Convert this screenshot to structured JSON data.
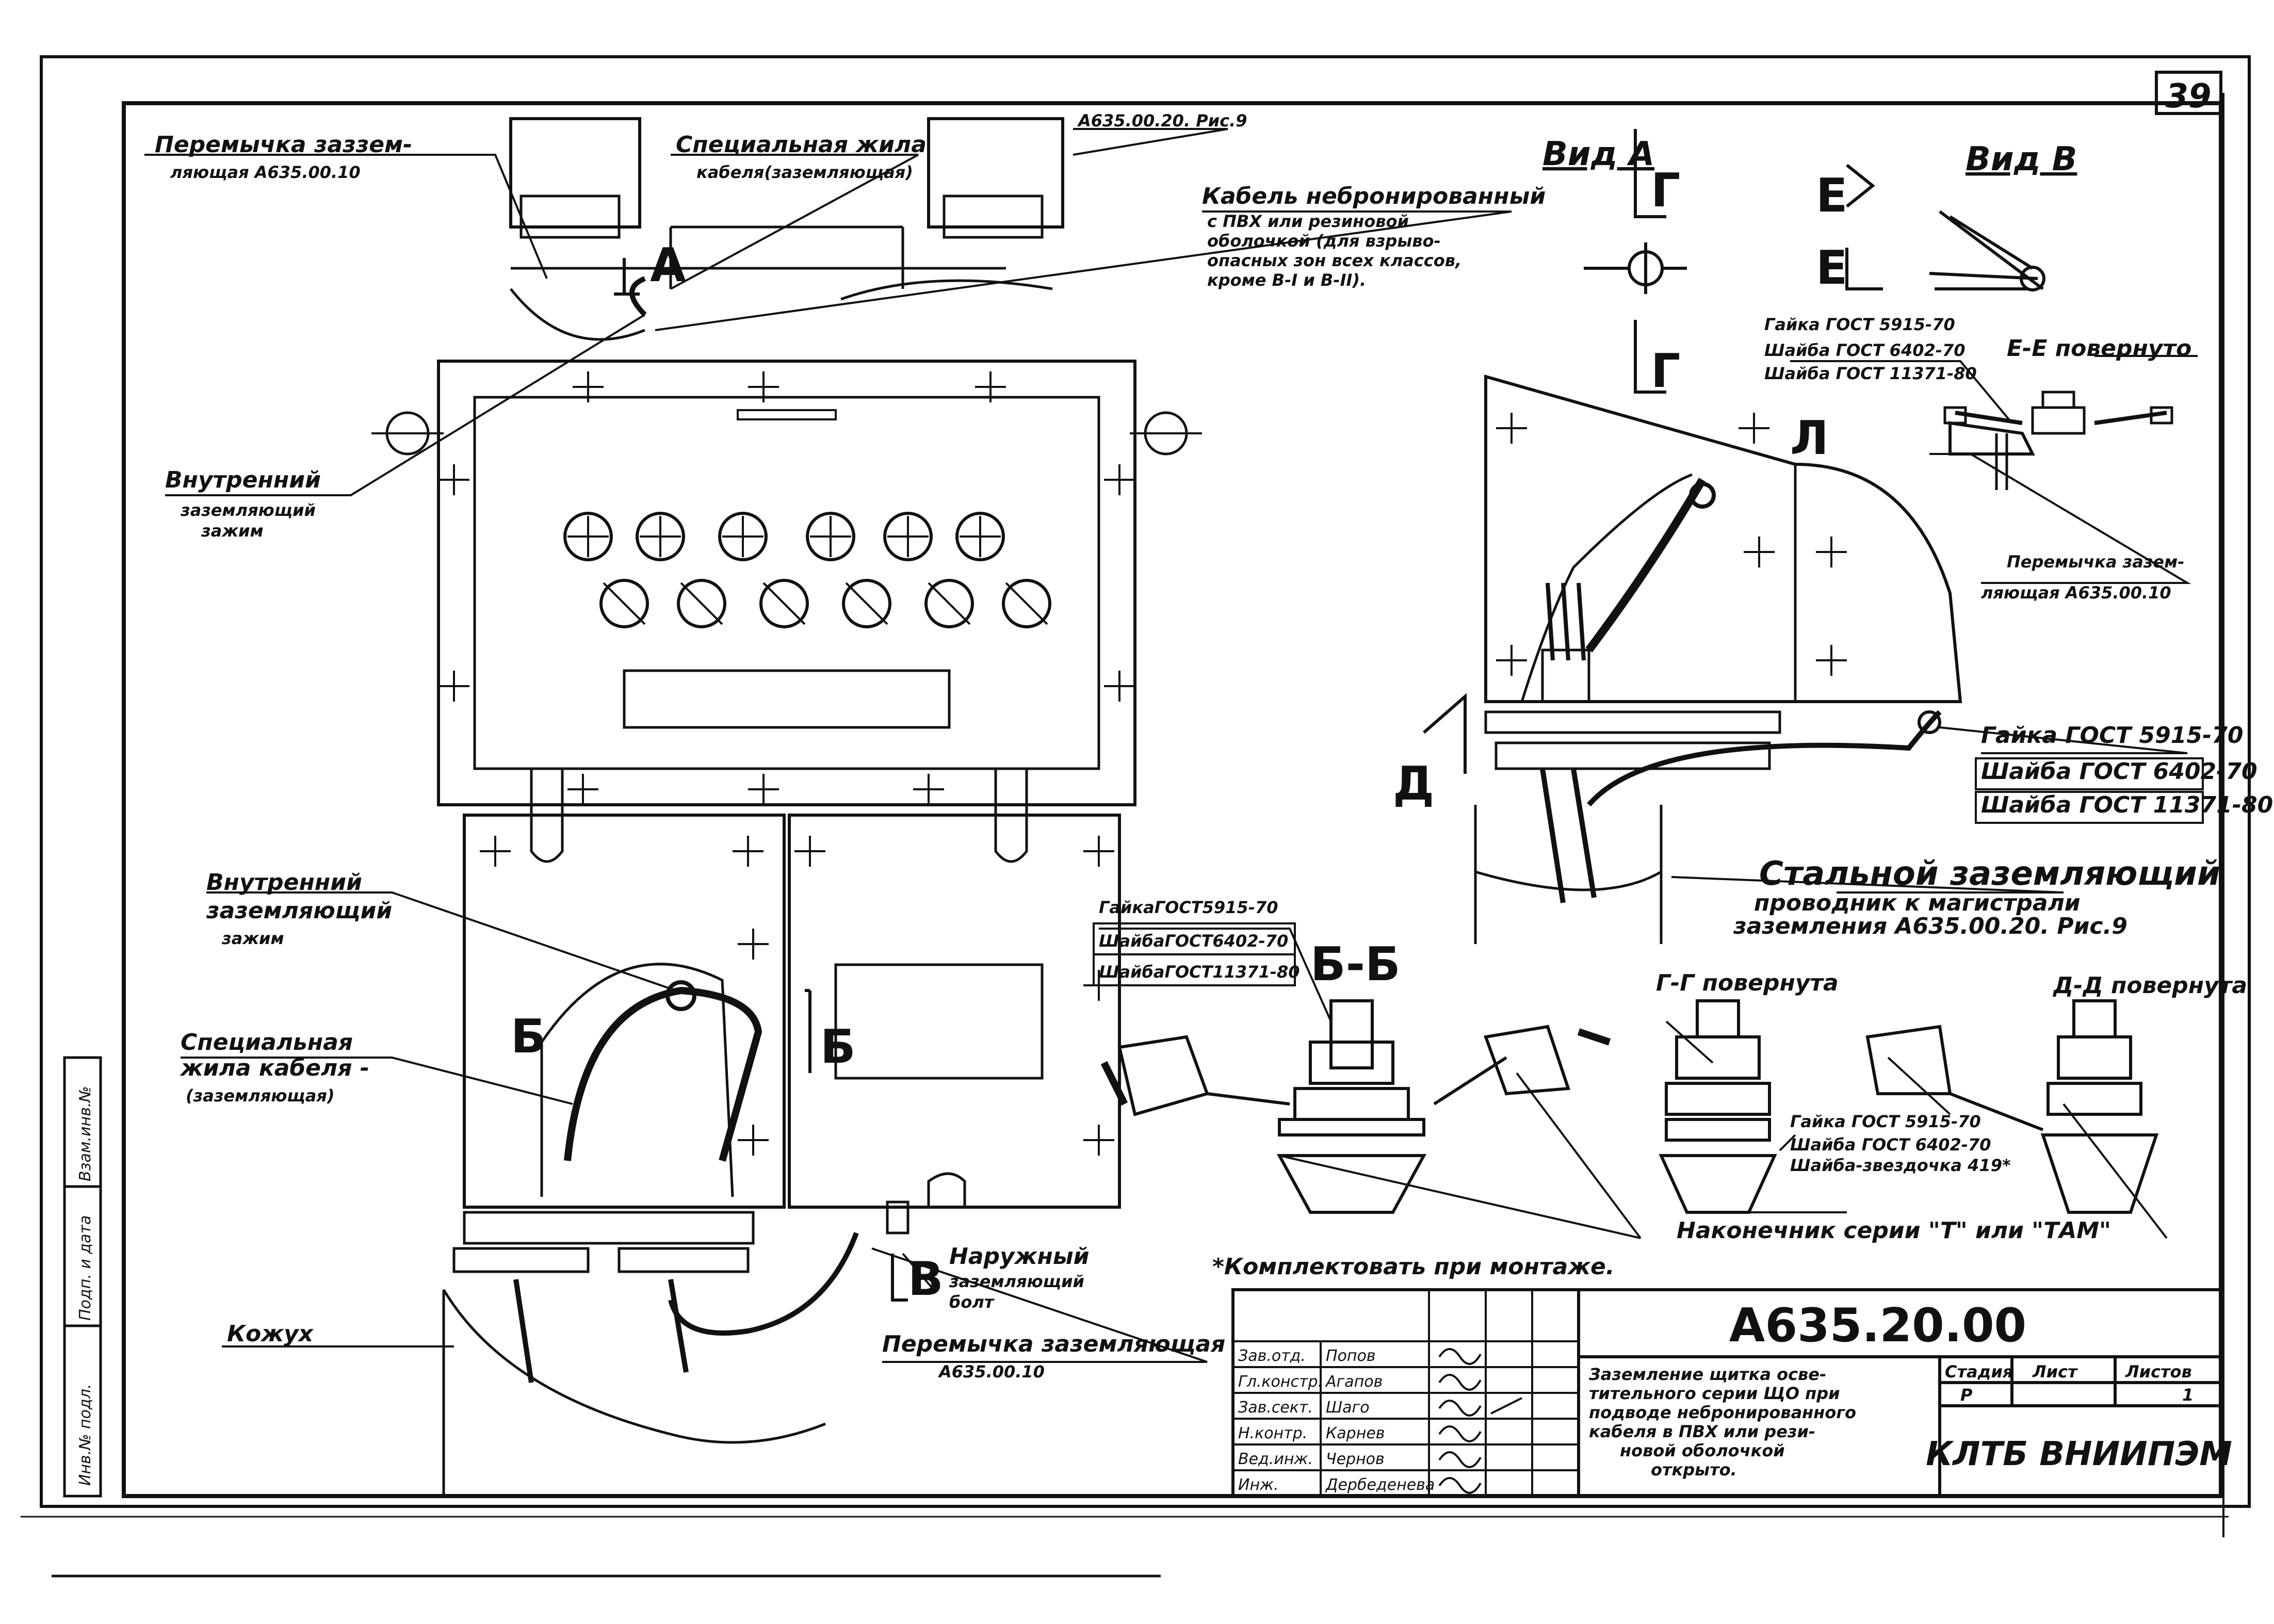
{
  "sheet_number": "39",
  "labels": {
    "jumper_top": [
      "Перемычка заззем-",
      "ляющая А635.00.10"
    ],
    "special_core_top": [
      "Специальная жила",
      "кабеля(заземляющая)"
    ],
    "ref_top": "А635.00.20. Рис.9",
    "cable_note": [
      "Кабель небронированный",
      "с ПВХ или резиновой",
      "оболочкой (для взрыво-",
      "опасных зон всех классов,",
      "кроме В-I и В-II)."
    ],
    "internal_clamp_top": [
      "Внутренний",
      "заземляющий",
      "зажим"
    ],
    "internal_clamp_mid": [
      "Внутренний",
      "заземляющий",
      "зажим"
    ],
    "special_core_mid": [
      "Специальная",
      "жила кабеля -",
      "(заземляющая)"
    ],
    "casing": "Кожух",
    "external_bolt": [
      "Наружный",
      "заземляющий",
      "болт"
    ],
    "jumper_bottom": [
      "Перемычка заземляющая",
      "А635.00.10"
    ],
    "nut_bb": [
      "ГайкаГОСТ5915-70",
      "ШайбаГОСТ6402-70",
      "ШайбаГОСТ11371-80"
    ],
    "section_bb": "Б-Б",
    "section_gg": "Г-Г повернута",
    "section_dd": "Д-Д повернута",
    "nut_gg": [
      "Гайка ГОСТ 5915-70",
      "Шайба ГОСТ 6402-70",
      "Шайба-звездочка 419*"
    ],
    "lug": "Наконечник серии \"Т\" или \"ТАМ\"",
    "assembly_note": "*Комплектовать при монтаже.",
    "view_a": "Вид А",
    "view_b": "Вид В",
    "section_ee": "Е-Е повернуто",
    "nut_ee": [
      "Гайка ГОСТ 5915-70",
      "Шайба ГОСТ 6402-70",
      "Шайба ГОСТ 11371-80"
    ],
    "jumper_ee": [
      "Перемычка зазем-",
      "ляющая А635.00.10"
    ],
    "nut_side": [
      "Гайка ГОСТ 5915-70",
      "Шайба ГОСТ 6402-70",
      "Шайба ГОСТ 11371-80"
    ],
    "steel_conductor": [
      "Стальной заземляющий",
      "проводник к магистрали",
      "заземления А635.00.20. Рис.9"
    ],
    "cut_a": "А",
    "cut_b": "Б",
    "cut_v": "В",
    "cut_g": "Г",
    "cut_d": "Д",
    "cut_e": "Е",
    "cut_l": "Л"
  },
  "title_block": {
    "drawing_code": "А635.20.00",
    "description": [
      "Заземление щитка осве-",
      "тительного серии ЩО при",
      "подводе небронированного",
      "кабеля в ПВХ или рези-",
      "новой оболочкой",
      "открыто."
    ],
    "stage_header": "Стадия",
    "sheet_header": "Лист",
    "sheets_header": "Листов",
    "stage": "Р",
    "sheets": "1",
    "organization": "КЛТБ ВНИИПЭМ",
    "roles": [
      {
        "role": "Зав.отд.",
        "name": "Попов"
      },
      {
        "role": "Гл.констр.",
        "name": "Агапов"
      },
      {
        "role": "Зав.сект.",
        "name": "Шаго"
      },
      {
        "role": "Н.контр.",
        "name": "Карнев"
      },
      {
        "role": "Вед.инж.",
        "name": "Чернов"
      },
      {
        "role": "Инж.",
        "name": "Дербеденева"
      }
    ]
  },
  "side_stamp": [
    "Инв.№ подл.",
    "Подп. и дата",
    "Взам.инв.№"
  ]
}
